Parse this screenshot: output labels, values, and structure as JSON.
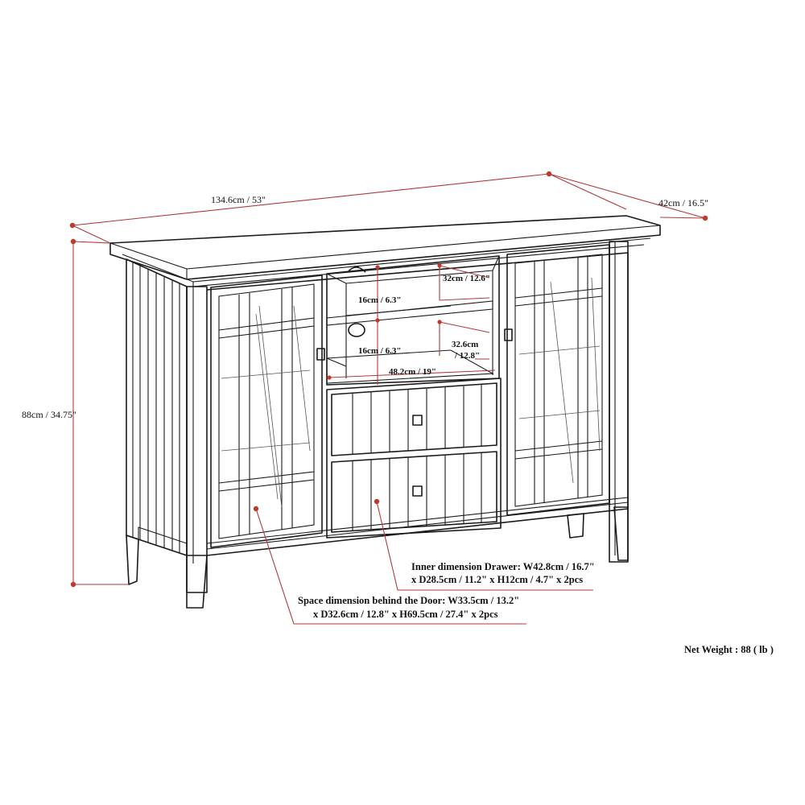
{
  "dimensions": {
    "width": "134.6cm / 53\"",
    "depth": "42cm / 16.5\"",
    "height": "88cm / 34.75\"",
    "shelf_gap_top": "16cm / 6.3\"",
    "shelf_gap_bottom": "16cm / 6.3\"",
    "shelf_depth_top": "32cm / 12.6\"",
    "shelf_depth_bottom_line1": "32.6cm",
    "shelf_depth_bottom_line2": "/ 12.8\"",
    "opening_width": "48.2cm / 19\""
  },
  "callouts": {
    "drawer_line1": "Inner dimension Drawer: W42.8cm / 16.7\"",
    "drawer_line2": "x D28.5cm / 11.2\" x H12cm / 4.7\" x 2pcs",
    "door_line1": "Space dimension behind the Door: W33.5cm / 13.2\"",
    "door_line2": "x D32.6cm / 12.8\" x H69.5cm / 27.4\" x 2pcs"
  },
  "net_weight": "Net Weight : 88 ( lb )",
  "colors": {
    "dimension_line": "#b23a3a",
    "dimension_dot": "#c0392b",
    "drawing_ink": "#1a1a1a"
  }
}
